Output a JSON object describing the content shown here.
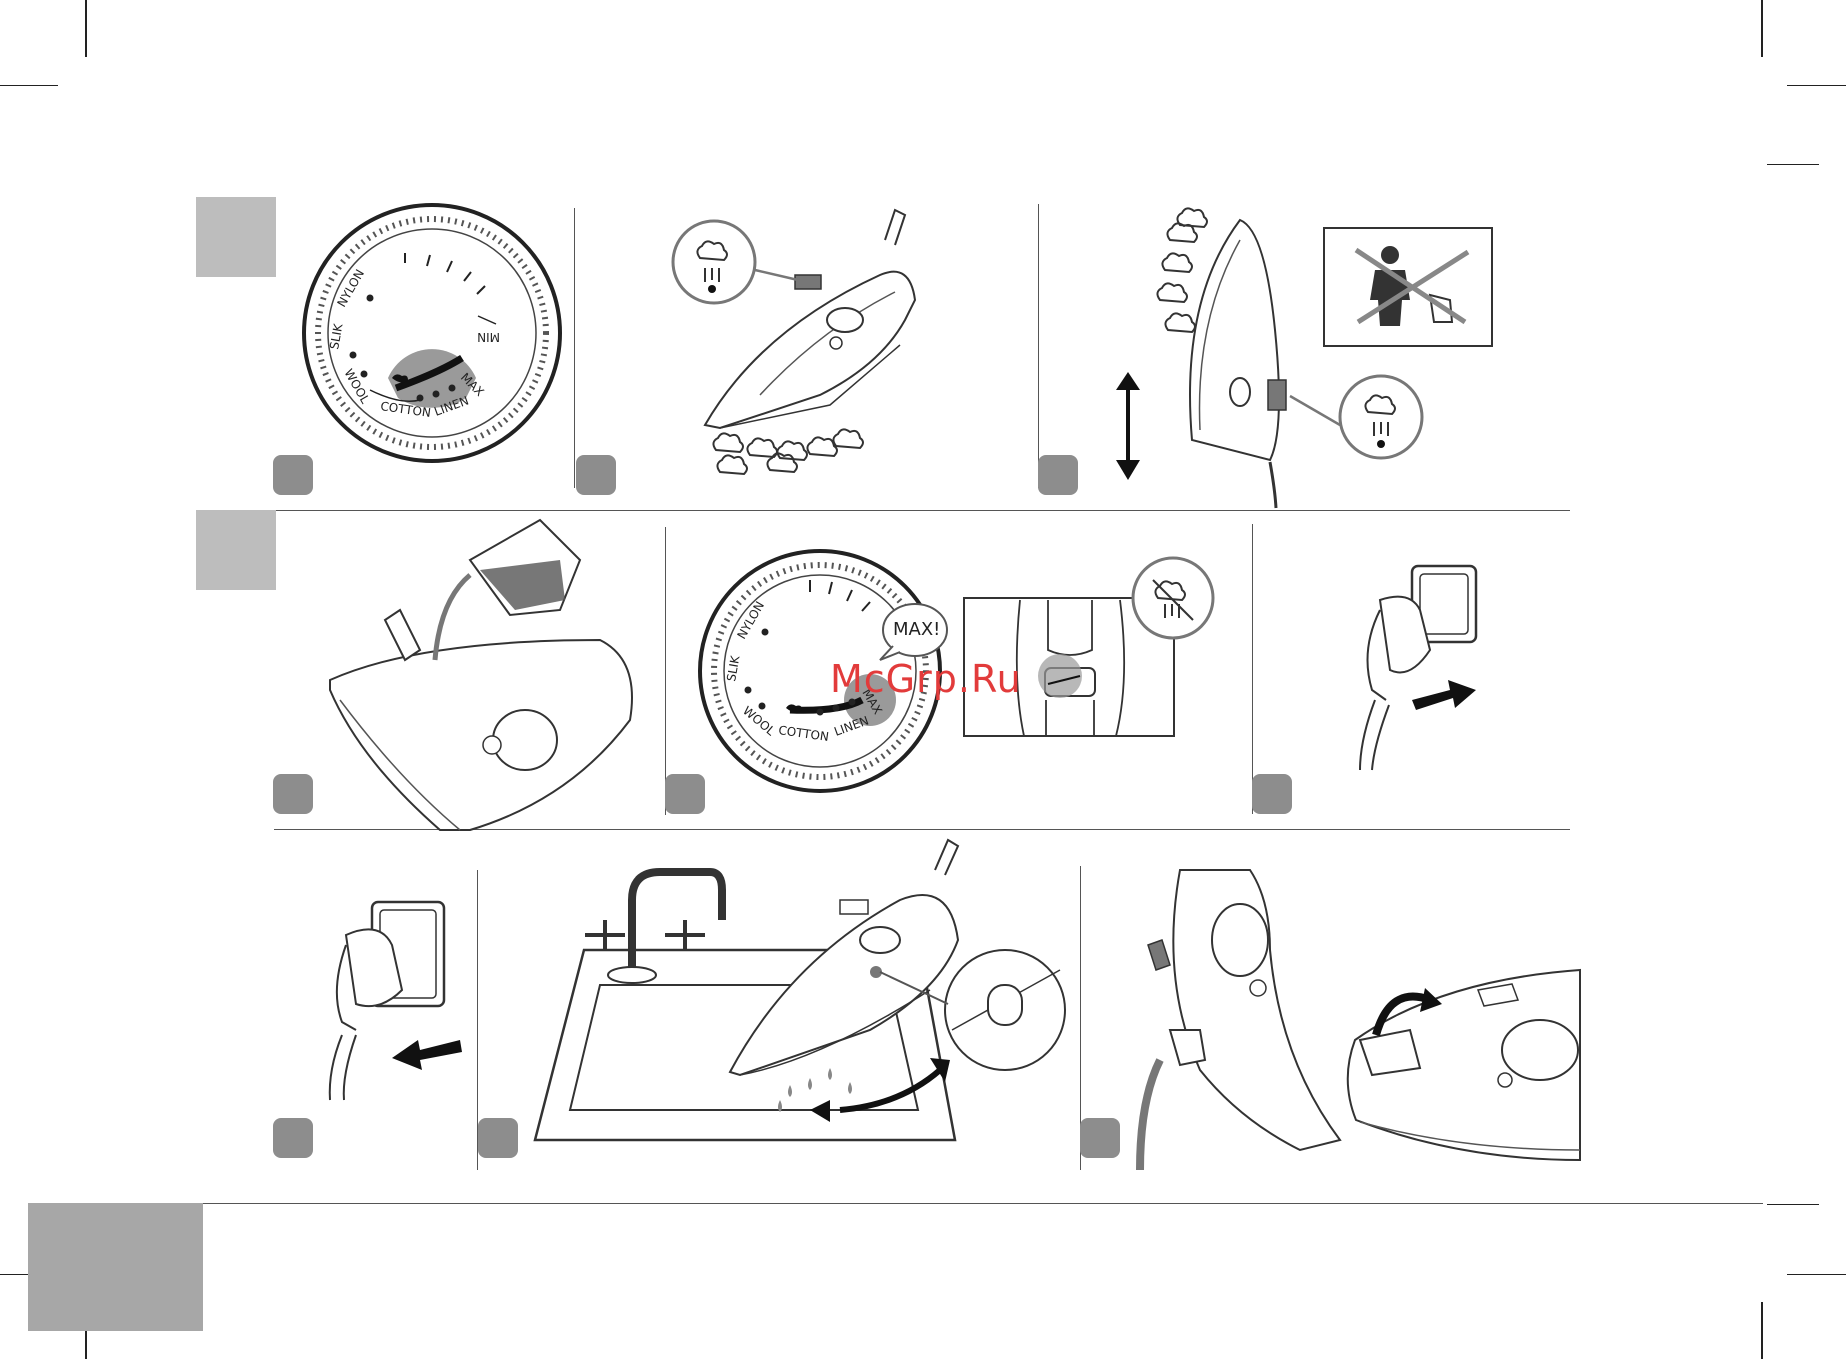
{
  "watermark": "McGrp.Ru",
  "dial_labels": {
    "nylon": "NYLON",
    "silk": "SLIK",
    "wool": "WOOL",
    "cotton": "COTTON",
    "linen": "LINEN",
    "max": "MAX",
    "min": "MIN"
  },
  "max_callout": "MAX!",
  "colors": {
    "marker": "#8d8d8d",
    "side_tab": "#bdbdbd",
    "footer_tab": "#a7a7a7",
    "line": "#333333",
    "dial_highlight": "#9a9a9a",
    "watermark": "#e23b3b"
  },
  "icons": [
    "steam-burst-icon",
    "no-steam-icon",
    "no-children-icon",
    "double-arrow-icon",
    "arrow-icon",
    "curved-arrow-icon"
  ]
}
